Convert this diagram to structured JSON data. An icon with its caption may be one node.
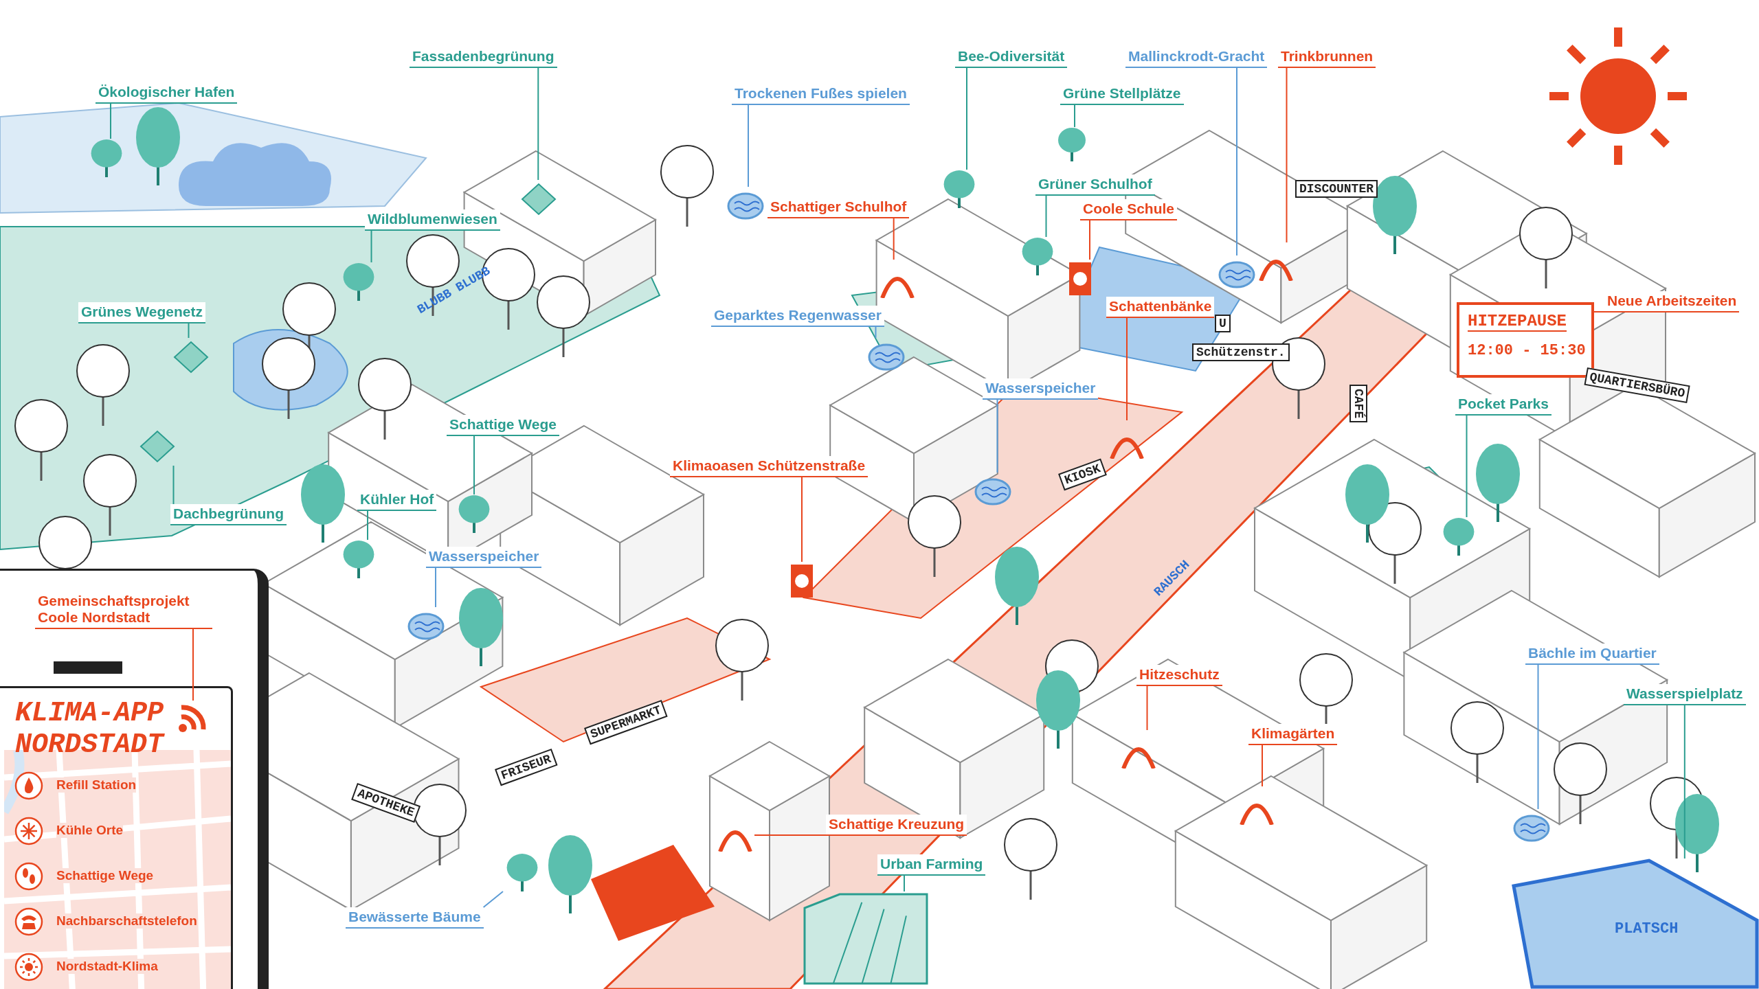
{
  "diagram": {
    "nodes": [
      {
        "text": [
          "Ökologischer Hafen"
        ]
      },
      {
        "text": [
          "Fassadenbegrünung"
        ]
      },
      {
        "text": [
          "Trockenen Fußes spielen"
        ]
      },
      {
        "text": [
          "Bee-Odiversität"
        ]
      },
      {
        "text": [
          "Mallinckrodt-Gracht"
        ]
      },
      {
        "text": [
          "Trinkbrunnen"
        ]
      },
      {
        "text": [
          "Grüne Stellplätze"
        ]
      },
      {
        "text": [
          "Grüner Schulhof"
        ]
      },
      {
        "text": [
          "Schattiger Schulhof"
        ]
      },
      {
        "text": [
          "Coole Schule"
        ]
      },
      {
        "text": [
          "Wildblumenwiesen"
        ]
      },
      {
        "text": [
          "Grünes Wegenetz"
        ]
      },
      {
        "text": [
          "Geparktes Regenwasser"
        ]
      },
      {
        "text": [
          "Schattenbänke"
        ]
      },
      {
        "text": [
          "Neue Arbeitszeiten"
        ]
      },
      {
        "text": [
          "Wasserspeicher"
        ]
      },
      {
        "text": [
          "Pocket Parks"
        ]
      },
      {
        "text": [
          "Schattige Wege"
        ]
      },
      {
        "text": [
          "Klimaoasen Schützenstraße"
        ]
      },
      {
        "text": [
          "Kühler Hof"
        ]
      },
      {
        "text": [
          "Dachbegrünung"
        ]
      },
      {
        "text": [
          "Wasserspeicher"
        ]
      },
      {
        "text": [
          "KLIMA-APP NORDSTADT",
          "Refill Station",
          "Kühle Orte",
          "Schattige Wege",
          "Nachbarschaftstelefon",
          "Nordstadt-Klima"
        ]
      },
      {
        "text": [
          "Gemeinschaftsprojekt Coole Nordstadt"
        ],
        "in": 22
      },
      {
        "text": [
          "Bächle im Quartier"
        ]
      },
      {
        "text": [
          "Wasserspielplatz"
        ]
      },
      {
        "text": [
          "Hitzeschutz"
        ]
      },
      {
        "text": [
          "Klimagärten"
        ]
      },
      {
        "text": [
          "Schattige Kreuzung"
        ]
      },
      {
        "text": [
          "Urban Farming"
        ]
      },
      {
        "text": [
          "Bewässerte Bäume"
        ]
      },
      {
        "text": [
          "PLATSCH"
        ]
      },
      {
        "text": [
          "HITZEPAUSE",
          "12:00 - 15:30"
        ]
      },
      {
        "text": [],
        "shape": "picture"
      },
      {
        "text": [],
        "shape": "picture"
      },
      {
        "text": [],
        "shape": "picture"
      },
      {
        "text": [],
        "shape": "picture"
      },
      {
        "text": [],
        "shape": "picture"
      },
      {
        "text": [],
        "shape": "picture"
      },
      {
        "text": [],
        "shape": "picture"
      },
      {
        "text": [],
        "shape": "picture"
      },
      {
        "text": [],
        "shape": "picture"
      },
      {
        "text": [],
        "shape": "picture"
      },
      {
        "text": [],
        "shape": "picture"
      },
      {
        "text": [],
        "shape": "picture"
      },
      {
        "text": [],
        "shape": "picture"
      },
      {
        "text": [],
        "shape": "picture"
      },
      {
        "text": [],
        "shape": "picture"
      },
      {
        "text": [],
        "shape": "picture"
      },
      {
        "text": [],
        "shape": "picture"
      },
      {
        "text": [],
        "shape": "picture"
      },
      {
        "text": [],
        "shape": "picture"
      },
      {
        "text": [],
        "shape": "picture"
      },
      {
        "text": [],
        "shape": "picture"
      },
      {
        "text": [],
        "shape": "picture",
        "in": 22
      },
      {
        "text": [],
        "shape": "picture"
      },
      {
        "text": [],
        "shape": "picture"
      },
      {
        "text": [],
        "shape": "picture"
      },
      {
        "text": [],
        "shape": "picture"
      },
      {
        "text": [],
        "shape": "picture"
      },
      {
        "text": [],
        "shape": "picture"
      }
    ],
    "edges": [
      {
        "from": 0,
        "to": 33,
        "arrow": "none"
      },
      {
        "from": 1,
        "to": 34,
        "arrow": "none"
      },
      {
        "from": 2,
        "to": 35,
        "arrow": "none",
        "color": "#5b9bd5"
      },
      {
        "from": 3,
        "to": 36,
        "arrow": "none"
      },
      {
        "from": 4,
        "to": 37,
        "arrow": "none",
        "color": "#5b9bd5"
      },
      {
        "from": 5,
        "to": 38,
        "arrow": "none",
        "color": "#e8461e"
      },
      {
        "from": 6,
        "to": 39,
        "arrow": "none"
      },
      {
        "from": 7,
        "to": 40,
        "arrow": "none"
      },
      {
        "from": 8,
        "to": 41,
        "arrow": "none",
        "color": "#e8461e"
      },
      {
        "from": 9,
        "to": 42,
        "arrow": "none",
        "color": "#e8461e"
      },
      {
        "from": 10,
        "to": 43,
        "arrow": "none"
      },
      {
        "from": 11,
        "to": 44,
        "arrow": "none"
      },
      {
        "from": 12,
        "to": 45,
        "arrow": "none",
        "color": "#5b9bd5"
      },
      {
        "from": 13,
        "to": 46,
        "arrow": "none",
        "color": "#e8461e"
      },
      {
        "from": 14,
        "to": 32,
        "arrow": "none",
        "color": "#e8461e"
      },
      {
        "from": 15,
        "to": 47,
        "arrow": "none",
        "color": "#5b9bd5"
      },
      {
        "from": 16,
        "to": 48,
        "arrow": "none"
      },
      {
        "from": 17,
        "to": 49,
        "arrow": "none"
      },
      {
        "from": 18,
        "to": 50,
        "arrow": "none",
        "color": "#e8461e"
      },
      {
        "from": 19,
        "to": 51,
        "arrow": "none"
      },
      {
        "from": 20,
        "to": 52,
        "arrow": "none"
      },
      {
        "from": 21,
        "to": 53,
        "arrow": "none",
        "color": "#5b9bd5"
      },
      {
        "from": 23,
        "to": 54,
        "arrow": "none",
        "color": "#e8461e"
      },
      {
        "from": 24,
        "to": 55,
        "arrow": "none",
        "color": "#5b9bd5"
      },
      {
        "from": 25,
        "to": 31,
        "arrow": "none"
      },
      {
        "from": 26,
        "to": 56,
        "arrow": "none",
        "color": "#e8461e"
      },
      {
        "from": 27,
        "to": 57,
        "arrow": "none",
        "color": "#e8461e"
      },
      {
        "from": 28,
        "to": 58,
        "arrow": "none",
        "color": "#e8461e"
      },
      {
        "from": 29,
        "to": 59,
        "arrow": "none"
      },
      {
        "from": 30,
        "to": 60,
        "arrow": "none",
        "color": "#5b9bd5"
      }
    ],
    "labels": [
      "BLUBB BLUBB",
      "DISCOUNTER",
      "U",
      "Schützenstr.",
      "QUARTIERSBÜRO",
      "KIOSK",
      "CAFÉ",
      "RAUSCH",
      "SUPERMARKT",
      "FRISEUR",
      "APOTHEKE"
    ]
  }
}
